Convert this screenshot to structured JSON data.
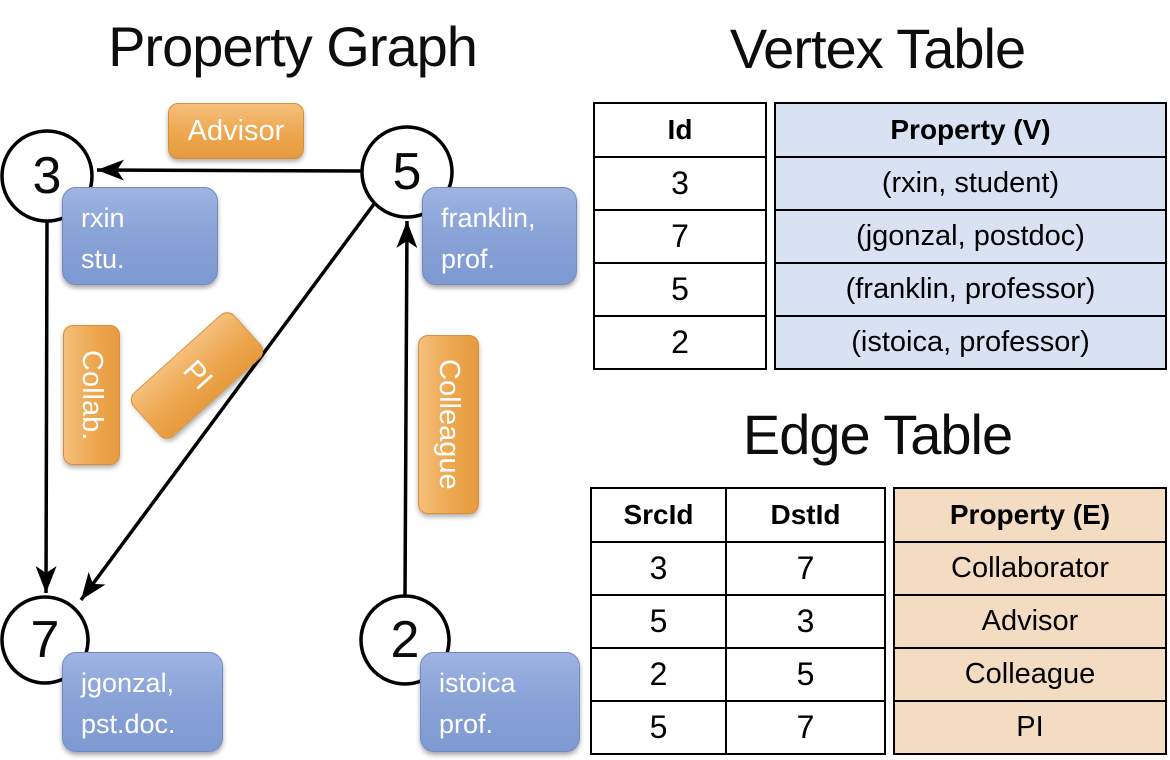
{
  "graph": {
    "title": "Property Graph",
    "nodes": [
      {
        "id": "3",
        "label_lines": [
          "rxin",
          "stu."
        ]
      },
      {
        "id": "5",
        "label_lines": [
          "franklin,",
          "prof."
        ]
      },
      {
        "id": "7",
        "label_lines": [
          "jgonzal,",
          "pst.doc."
        ]
      },
      {
        "id": "2",
        "label_lines": [
          "istoica",
          "prof."
        ]
      }
    ],
    "edges": [
      {
        "src": "5",
        "dst": "3",
        "label": "Advisor"
      },
      {
        "src": "3",
        "dst": "7",
        "label": "Collab."
      },
      {
        "src": "5",
        "dst": "7",
        "label": "PI"
      },
      {
        "src": "2",
        "dst": "5",
        "label": "Colleague"
      }
    ]
  },
  "vertex_table": {
    "title": "Vertex Table",
    "columns": [
      "Id",
      "Property (V)"
    ],
    "rows": [
      [
        "3",
        "(rxin, student)"
      ],
      [
        "7",
        "(jgonzal, postdoc)"
      ],
      [
        "5",
        "(franklin, professor)"
      ],
      [
        "2",
        "(istoica, professor)"
      ]
    ]
  },
  "edge_table": {
    "title": "Edge Table",
    "columns": [
      "SrcId",
      "DstId",
      "Property (E)"
    ],
    "rows": [
      [
        "3",
        "7",
        "Collaborator"
      ],
      [
        "5",
        "3",
        "Advisor"
      ],
      [
        "2",
        "5",
        "Colleague"
      ],
      [
        "5",
        "7",
        "PI"
      ]
    ]
  },
  "colors": {
    "edge_label_orange": "#eda74f",
    "edge_label_border": "#d98e33",
    "vertex_box_blue": "#8aa3d8",
    "vertex_box_border": "#7289c2",
    "vertex_table_fill": "#d9e2f3",
    "edge_table_fill": "#f3dcc2",
    "line_black": "#000000",
    "background": "#ffffff"
  }
}
